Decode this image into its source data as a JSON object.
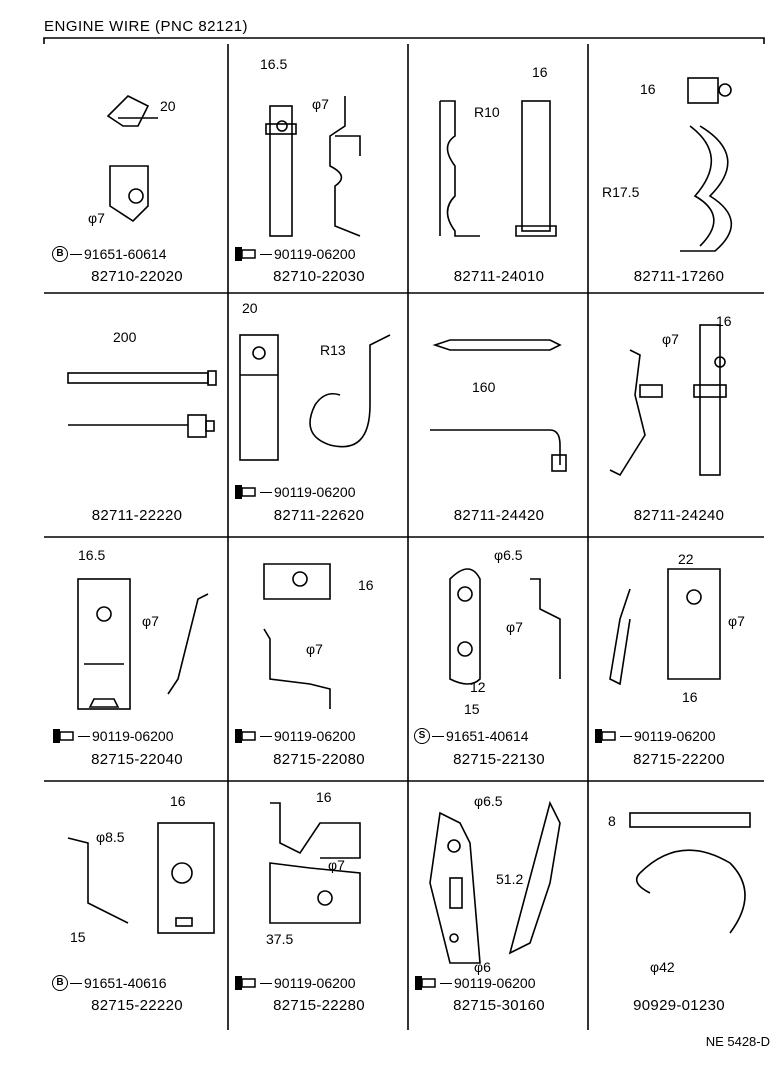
{
  "title": "ENGINE WIRE (PNC 82121)",
  "footer_code": "NE 5428-D",
  "cells": [
    {
      "part": "82710-22020",
      "callout": {
        "kind": "B",
        "number": "91651-60614"
      },
      "dims": [
        "20",
        "φ7"
      ]
    },
    {
      "part": "82710-22030",
      "callout": {
        "kind": "bolt",
        "number": "90119-06200"
      },
      "dims": [
        "16.5",
        "φ7"
      ]
    },
    {
      "part": "82711-24010",
      "callout": null,
      "dims": [
        "16",
        "R10"
      ]
    },
    {
      "part": "82711-17260",
      "callout": null,
      "dims": [
        "16",
        "R17.5"
      ]
    },
    {
      "part": "82711-22220",
      "callout": null,
      "dims": [
        "200"
      ]
    },
    {
      "part": "82711-22620",
      "callout": {
        "kind": "bolt",
        "number": "90119-06200"
      },
      "dims": [
        "20",
        "R13"
      ]
    },
    {
      "part": "82711-24420",
      "callout": null,
      "dims": [
        "160"
      ]
    },
    {
      "part": "82711-24240",
      "callout": null,
      "dims": [
        "16",
        "φ7"
      ]
    },
    {
      "part": "82715-22040",
      "callout": {
        "kind": "bolt",
        "number": "90119-06200"
      },
      "dims": [
        "16.5",
        "φ7"
      ]
    },
    {
      "part": "82715-22080",
      "callout": {
        "kind": "bolt",
        "number": "90119-06200"
      },
      "dims": [
        "16",
        "φ7"
      ]
    },
    {
      "part": "82715-22130",
      "callout": {
        "kind": "S",
        "number": "91651-40614"
      },
      "dims": [
        "φ6.5",
        "φ7",
        "12",
        "15"
      ]
    },
    {
      "part": "82715-22200",
      "callout": {
        "kind": "bolt",
        "number": "90119-06200"
      },
      "dims": [
        "22",
        "φ7",
        "16"
      ]
    },
    {
      "part": "82715-22220",
      "callout": {
        "kind": "B",
        "number": "91651-40616"
      },
      "dims": [
        "16",
        "φ8.5",
        "15"
      ]
    },
    {
      "part": "82715-22280",
      "callout": {
        "kind": "bolt",
        "number": "90119-06200"
      },
      "dims": [
        "16",
        "φ7",
        "37.5"
      ]
    },
    {
      "part": "82715-30160",
      "callout": {
        "kind": "bolt",
        "number": "90119-06200"
      },
      "dims": [
        "φ6.5",
        "51.2",
        "φ6"
      ]
    },
    {
      "part": "90929-01230",
      "callout": null,
      "dims": [
        "8",
        "φ42"
      ]
    }
  ]
}
